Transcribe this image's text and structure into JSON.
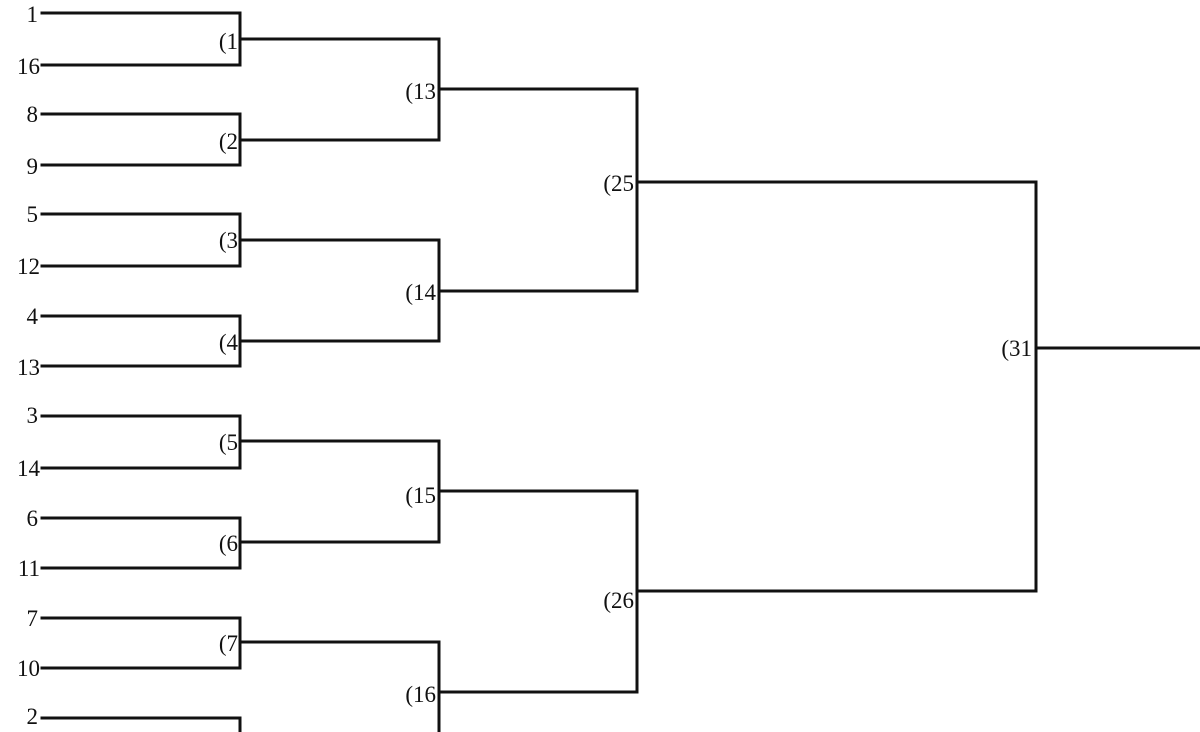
{
  "bracket": {
    "seeds": [
      "1",
      "16",
      "8",
      "9",
      "5",
      "12",
      "4",
      "13",
      "3",
      "14",
      "6",
      "11",
      "7",
      "10",
      "2"
    ],
    "round1": [
      "(1",
      "(2",
      "(3",
      "(4",
      "(5",
      "(6",
      "(7"
    ],
    "round2": [
      "(13",
      "(14",
      "(15",
      "(16"
    ],
    "round3": [
      "(25",
      "(26"
    ],
    "final": [
      "(31"
    ]
  }
}
